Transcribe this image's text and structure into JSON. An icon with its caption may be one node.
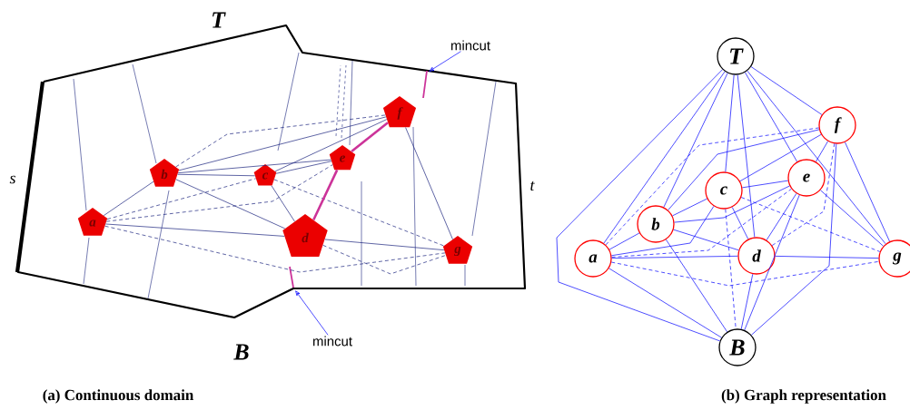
{
  "diagram": {
    "nodes": [
      {
        "text": [
          "a"
        ]
      },
      {
        "text": [
          "b"
        ]
      },
      {
        "text": [
          "c"
        ]
      },
      {
        "text": [
          "d"
        ]
      },
      {
        "text": [
          "e"
        ]
      },
      {
        "text": [
          "f"
        ]
      },
      {
        "text": [
          "g"
        ]
      },
      {
        "text": [
          "mincut"
        ]
      },
      {
        "text": [
          "mincut"
        ]
      },
      {
        "text": [
          "T"
        ]
      },
      {
        "text": [
          "a"
        ]
      },
      {
        "text": [
          "b"
        ]
      },
      {
        "text": [
          "c"
        ]
      },
      {
        "text": [
          "d"
        ]
      },
      {
        "text": [
          "e"
        ]
      },
      {
        "text": [
          "f"
        ]
      },
      {
        "text": [
          "g"
        ]
      },
      {
        "text": [
          "B"
        ]
      }
    ],
    "edges": [
      {
        "from": 0,
        "to": 1,
        "arrow": "none",
        "color": "#1a237e"
      },
      {
        "from": 0,
        "to": 3,
        "arrow": "none",
        "color": "#1a237e"
      },
      {
        "from": 0,
        "to": 2,
        "arrow": "none",
        "style": "dashed",
        "color": "#1a237e"
      },
      {
        "from": 0,
        "to": 4,
        "arrow": "none",
        "style": "dashed",
        "color": "#1a237e"
      },
      {
        "from": 0,
        "to": 6,
        "arrow": "none",
        "style": "dashed",
        "color": "#1a237e"
      },
      {
        "from": 1,
        "to": 2,
        "arrow": "none",
        "color": "#1a237e"
      },
      {
        "from": 1,
        "to": 4,
        "arrow": "none",
        "color": "#1a237e"
      },
      {
        "from": 1,
        "to": 5,
        "arrow": "none",
        "color": "#1a237e"
      },
      {
        "from": 1,
        "to": 3,
        "arrow": "none",
        "color": "#1a237e"
      },
      {
        "from": 1,
        "to": 5,
        "arrow": "none",
        "style": "dashed",
        "color": "#1a237e"
      },
      {
        "from": 2,
        "to": 5,
        "arrow": "none",
        "color": "#1a237e"
      },
      {
        "from": 2,
        "to": 4,
        "arrow": "none",
        "color": "#1a237e"
      },
      {
        "from": 2,
        "to": 3,
        "arrow": "none",
        "color": "#1a237e"
      },
      {
        "from": 2,
        "to": 6,
        "arrow": "none",
        "style": "dashed",
        "color": "#1a237e"
      },
      {
        "from": 3,
        "to": 4,
        "arrow": "none",
        "style": "thick",
        "color": "#cc3399"
      },
      {
        "from": 3,
        "to": 6,
        "arrow": "none",
        "style": "dashed",
        "color": "#1a237e"
      },
      {
        "from": 3,
        "to": 6,
        "arrow": "none",
        "color": "#1a237e"
      },
      {
        "from": 4,
        "to": 5,
        "arrow": "none",
        "style": "thick",
        "color": "#cc3399"
      },
      {
        "from": 5,
        "to": 6,
        "arrow": "none",
        "color": "#1a237e"
      },
      {
        "from": 7,
        "to": null,
        "arrow": "to"
      },
      {
        "from": 8,
        "to": null,
        "arrow": "to"
      },
      {
        "from": 9,
        "to": 10,
        "arrow": "none"
      },
      {
        "from": 9,
        "to": 11,
        "arrow": "none"
      },
      {
        "from": 9,
        "to": 12,
        "arrow": "none"
      },
      {
        "from": 9,
        "to": 13,
        "arrow": "none"
      },
      {
        "from": 9,
        "to": 14,
        "arrow": "none"
      },
      {
        "from": 9,
        "to": 15,
        "arrow": "none"
      },
      {
        "from": 9,
        "to": 16,
        "arrow": "none"
      },
      {
        "from": 9,
        "to": 17,
        "arrow": "none"
      },
      {
        "from": 10,
        "to": 11,
        "arrow": "none"
      },
      {
        "from": 10,
        "to": 12,
        "arrow": "none"
      },
      {
        "from": 10,
        "to": 13,
        "arrow": "none"
      },
      {
        "from": 10,
        "to": 14,
        "arrow": "none",
        "style": "dashed"
      },
      {
        "from": 10,
        "to": 15,
        "arrow": "none",
        "style": "dashed"
      },
      {
        "from": 10,
        "to": 16,
        "arrow": "none",
        "style": "dashed"
      },
      {
        "from": 10,
        "to": 17,
        "arrow": "none"
      },
      {
        "from": 11,
        "to": 12,
        "arrow": "none"
      },
      {
        "from": 11,
        "to": 13,
        "arrow": "none"
      },
      {
        "from": 11,
        "to": 14,
        "arrow": "none"
      },
      {
        "from": 11,
        "to": 15,
        "arrow": "none"
      },
      {
        "from": 11,
        "to": 17,
        "arrow": "none"
      },
      {
        "from": 12,
        "to": 13,
        "arrow": "none"
      },
      {
        "from": 12,
        "to": 14,
        "arrow": "none"
      },
      {
        "from": 12,
        "to": 15,
        "arrow": "none"
      },
      {
        "from": 12,
        "to": 16,
        "arrow": "none",
        "style": "dashed"
      },
      {
        "from": 12,
        "to": 17,
        "arrow": "none",
        "style": "dashed"
      },
      {
        "from": 13,
        "to": 14,
        "arrow": "none"
      },
      {
        "from": 13,
        "to": 16,
        "arrow": "none"
      },
      {
        "from": 13,
        "to": 17,
        "arrow": "none"
      },
      {
        "from": 13,
        "to": 15,
        "arrow": "none",
        "style": "dashed"
      },
      {
        "from": 14,
        "to": 16,
        "arrow": "none"
      },
      {
        "from": 14,
        "to": 17,
        "arrow": "none"
      },
      {
        "from": 14,
        "to": 15,
        "arrow": "none"
      },
      {
        "from": 15,
        "to": 16,
        "arrow": "none"
      },
      {
        "from": 15,
        "to": 17,
        "arrow": "none"
      }
    ],
    "labels": [
      "T",
      "s",
      "t",
      "B",
      "(a) Continuous domain",
      "(b) Graph representation"
    ]
  }
}
